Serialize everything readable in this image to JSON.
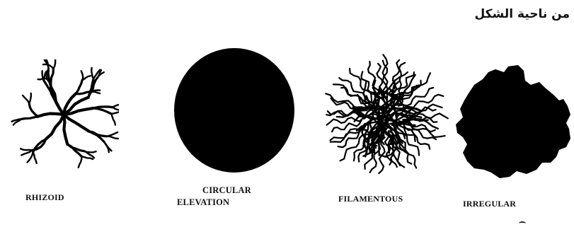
{
  "header": {
    "text": "من ناحية الشكل"
  },
  "shapes": [
    {
      "id": "rhizoid",
      "label": "RHIZOID",
      "icon": "rhizoid-colony-icon"
    },
    {
      "id": "circular",
      "label": "CIRCULAR",
      "icon": "circular-colony-icon"
    },
    {
      "id": "filamentous",
      "label": "FILAMENTOUS",
      "icon": "filamentous-colony-icon"
    },
    {
      "id": "irregular",
      "label": "IRREGULAR",
      "icon": "irregular-colony-icon"
    }
  ],
  "section_label": "ELEVATION",
  "colors": {
    "ink": "#000000",
    "background": "#ffffff"
  }
}
